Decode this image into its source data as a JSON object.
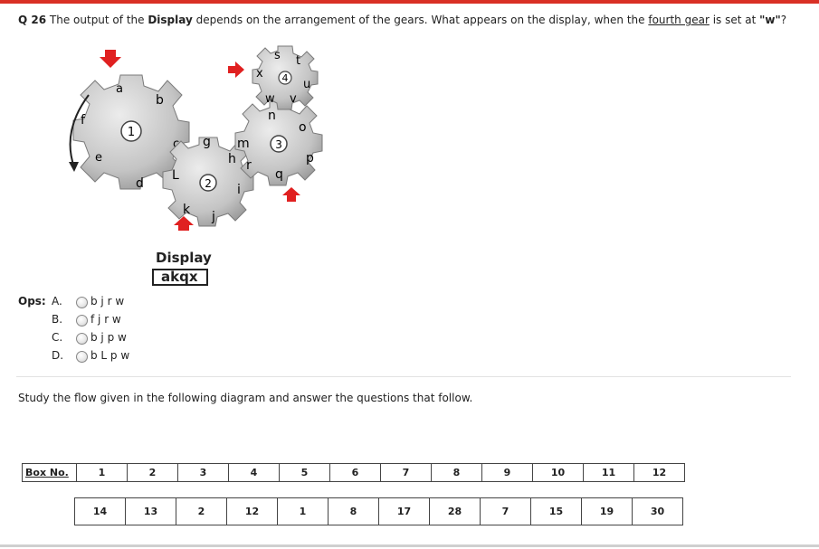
{
  "question": {
    "number": "Q 26",
    "part1": "The output of the",
    "bold_word": "Display",
    "part2": "depends on the arrangement of the gears. What appears on the display, when the",
    "underlined": "fourth gear",
    "part3": "is set at",
    "quoted": "\"w\"",
    "part4": "?"
  },
  "gears": {
    "gear1": {
      "number": "1",
      "letters": [
        "a",
        "b",
        "c",
        "d",
        "e",
        "f"
      ]
    },
    "gear2": {
      "number": "2",
      "letters": [
        "g",
        "h",
        "i",
        "j",
        "k",
        "L"
      ]
    },
    "gear3": {
      "number": "3",
      "letters": [
        "m",
        "n",
        "o",
        "p",
        "q",
        "r"
      ]
    },
    "gear4": {
      "number": "4",
      "letters": [
        "s",
        "t",
        "u",
        "v",
        "w",
        "x"
      ]
    }
  },
  "display": {
    "label": "Display",
    "value": "akqx"
  },
  "options": {
    "label": "Ops:",
    "items": [
      {
        "letter": "A.",
        "text": "b j r w"
      },
      {
        "letter": "B.",
        "text": "f j r w"
      },
      {
        "letter": "C.",
        "text": "b j p w"
      },
      {
        "letter": "D.",
        "text": "b L p w"
      }
    ]
  },
  "study_text": "Study the flow given in the following diagram and answer the questions that follow.",
  "box_table": {
    "header_label": "Box No.",
    "box_numbers": [
      "1",
      "2",
      "3",
      "4",
      "5",
      "6",
      "7",
      "8",
      "9",
      "10",
      "11",
      "12"
    ],
    "values": [
      "14",
      "13",
      "2",
      "12",
      "1",
      "8",
      "17",
      "28",
      "7",
      "15",
      "19",
      "30"
    ]
  },
  "colors": {
    "arrow": "#e02020",
    "gear_fill": "#c8c8c8",
    "accent_bar": "#d93025"
  }
}
